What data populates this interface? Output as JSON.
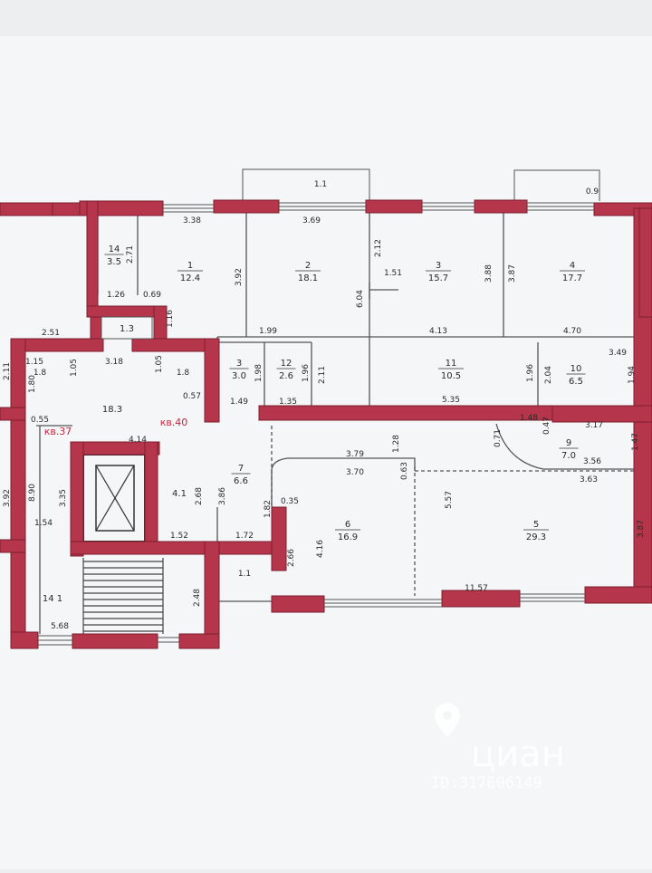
{
  "colors": {
    "wall": "#b5354a",
    "wall_edge": "#7d1f30",
    "paper": "#f4f6f7",
    "thin": "#555555"
  },
  "rooms": [
    {
      "num": "1",
      "area": "12.4"
    },
    {
      "num": "2",
      "area": "18.1"
    },
    {
      "num": "3",
      "area": "15.7"
    },
    {
      "num": "4",
      "area": "17.7"
    },
    {
      "num": "3",
      "area": "3.0"
    },
    {
      "num": "12",
      "area": "2.6"
    },
    {
      "num": "11",
      "area": "10.5"
    },
    {
      "num": "10",
      "area": "6.5"
    },
    {
      "num": "9",
      "area": "7.0"
    },
    {
      "num": "7",
      "area": "6.6"
    },
    {
      "num": "6",
      "area": "16.9"
    },
    {
      "num": "5",
      "area": "29.3"
    },
    {
      "num": "14",
      "area": "3.5"
    }
  ],
  "common_areas": [
    "18.3",
    "4.1",
    "14 1",
    "1.3"
  ],
  "apartments": [
    "кв.37",
    "кв.40"
  ],
  "dimensions": [
    "1.1",
    "0.9",
    "3.38",
    "3.69",
    "2.71",
    "3.92",
    "6.04",
    "2.12",
    "1.51",
    "3.88",
    "3.87",
    "1.26",
    "0.69",
    "1.16",
    "1.99",
    "4.13",
    "4.70",
    "3.49",
    "2.51",
    "1.15",
    "1.05",
    "3.18",
    "1.05",
    "1.8",
    "1.8",
    "2.11",
    "1.80",
    "1.98",
    "1.96",
    "2.11",
    "1.96",
    "2.04",
    "1.94",
    "0.57",
    "0.55",
    "4.14",
    "1.49",
    "1.35",
    "5.35",
    "1.48",
    "0.47",
    "3.17",
    "1.47",
    "0.71",
    "1.28",
    "3.79",
    "3.70",
    "0.63",
    "3.56",
    "3.63",
    "3.92",
    "8.90",
    "3.35",
    "1.54",
    "2.68",
    "3.86",
    "1.82",
    "0.35",
    "5.57",
    "1.52",
    "1.72",
    "2.66",
    "4.16",
    "3.87",
    "1.1",
    "2.48",
    "11.57",
    "5.68"
  ],
  "watermark": {
    "brand": "циан",
    "id": "ID:317606149"
  }
}
